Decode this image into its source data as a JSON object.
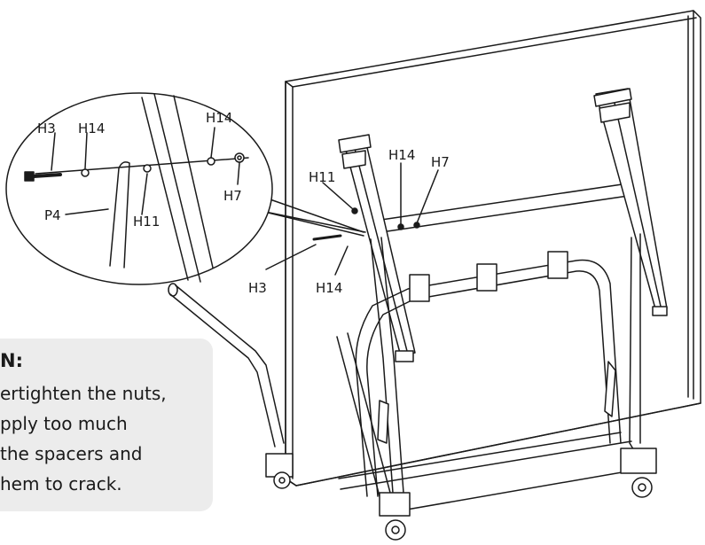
{
  "callout_labels": {
    "h3_top": "H3",
    "h14_top_left": "H14",
    "h14_top_right": "H14",
    "h7_zoom": "H7",
    "p4": "P4",
    "h11_zoom": "H11",
    "h11_main": "H11",
    "h14_main": "H14",
    "h7_main": "H7",
    "h3_main": "H3",
    "h14_main_low": "H14"
  },
  "note": {
    "title": "N:",
    "lines": [
      "ertighten the nuts,",
      "pply too much",
      "the spacers and",
      "hem to crack."
    ]
  },
  "colors": {
    "line": "#1a1a1a",
    "note_bg": "#ececec",
    "panel_fill": "#ffffff"
  }
}
